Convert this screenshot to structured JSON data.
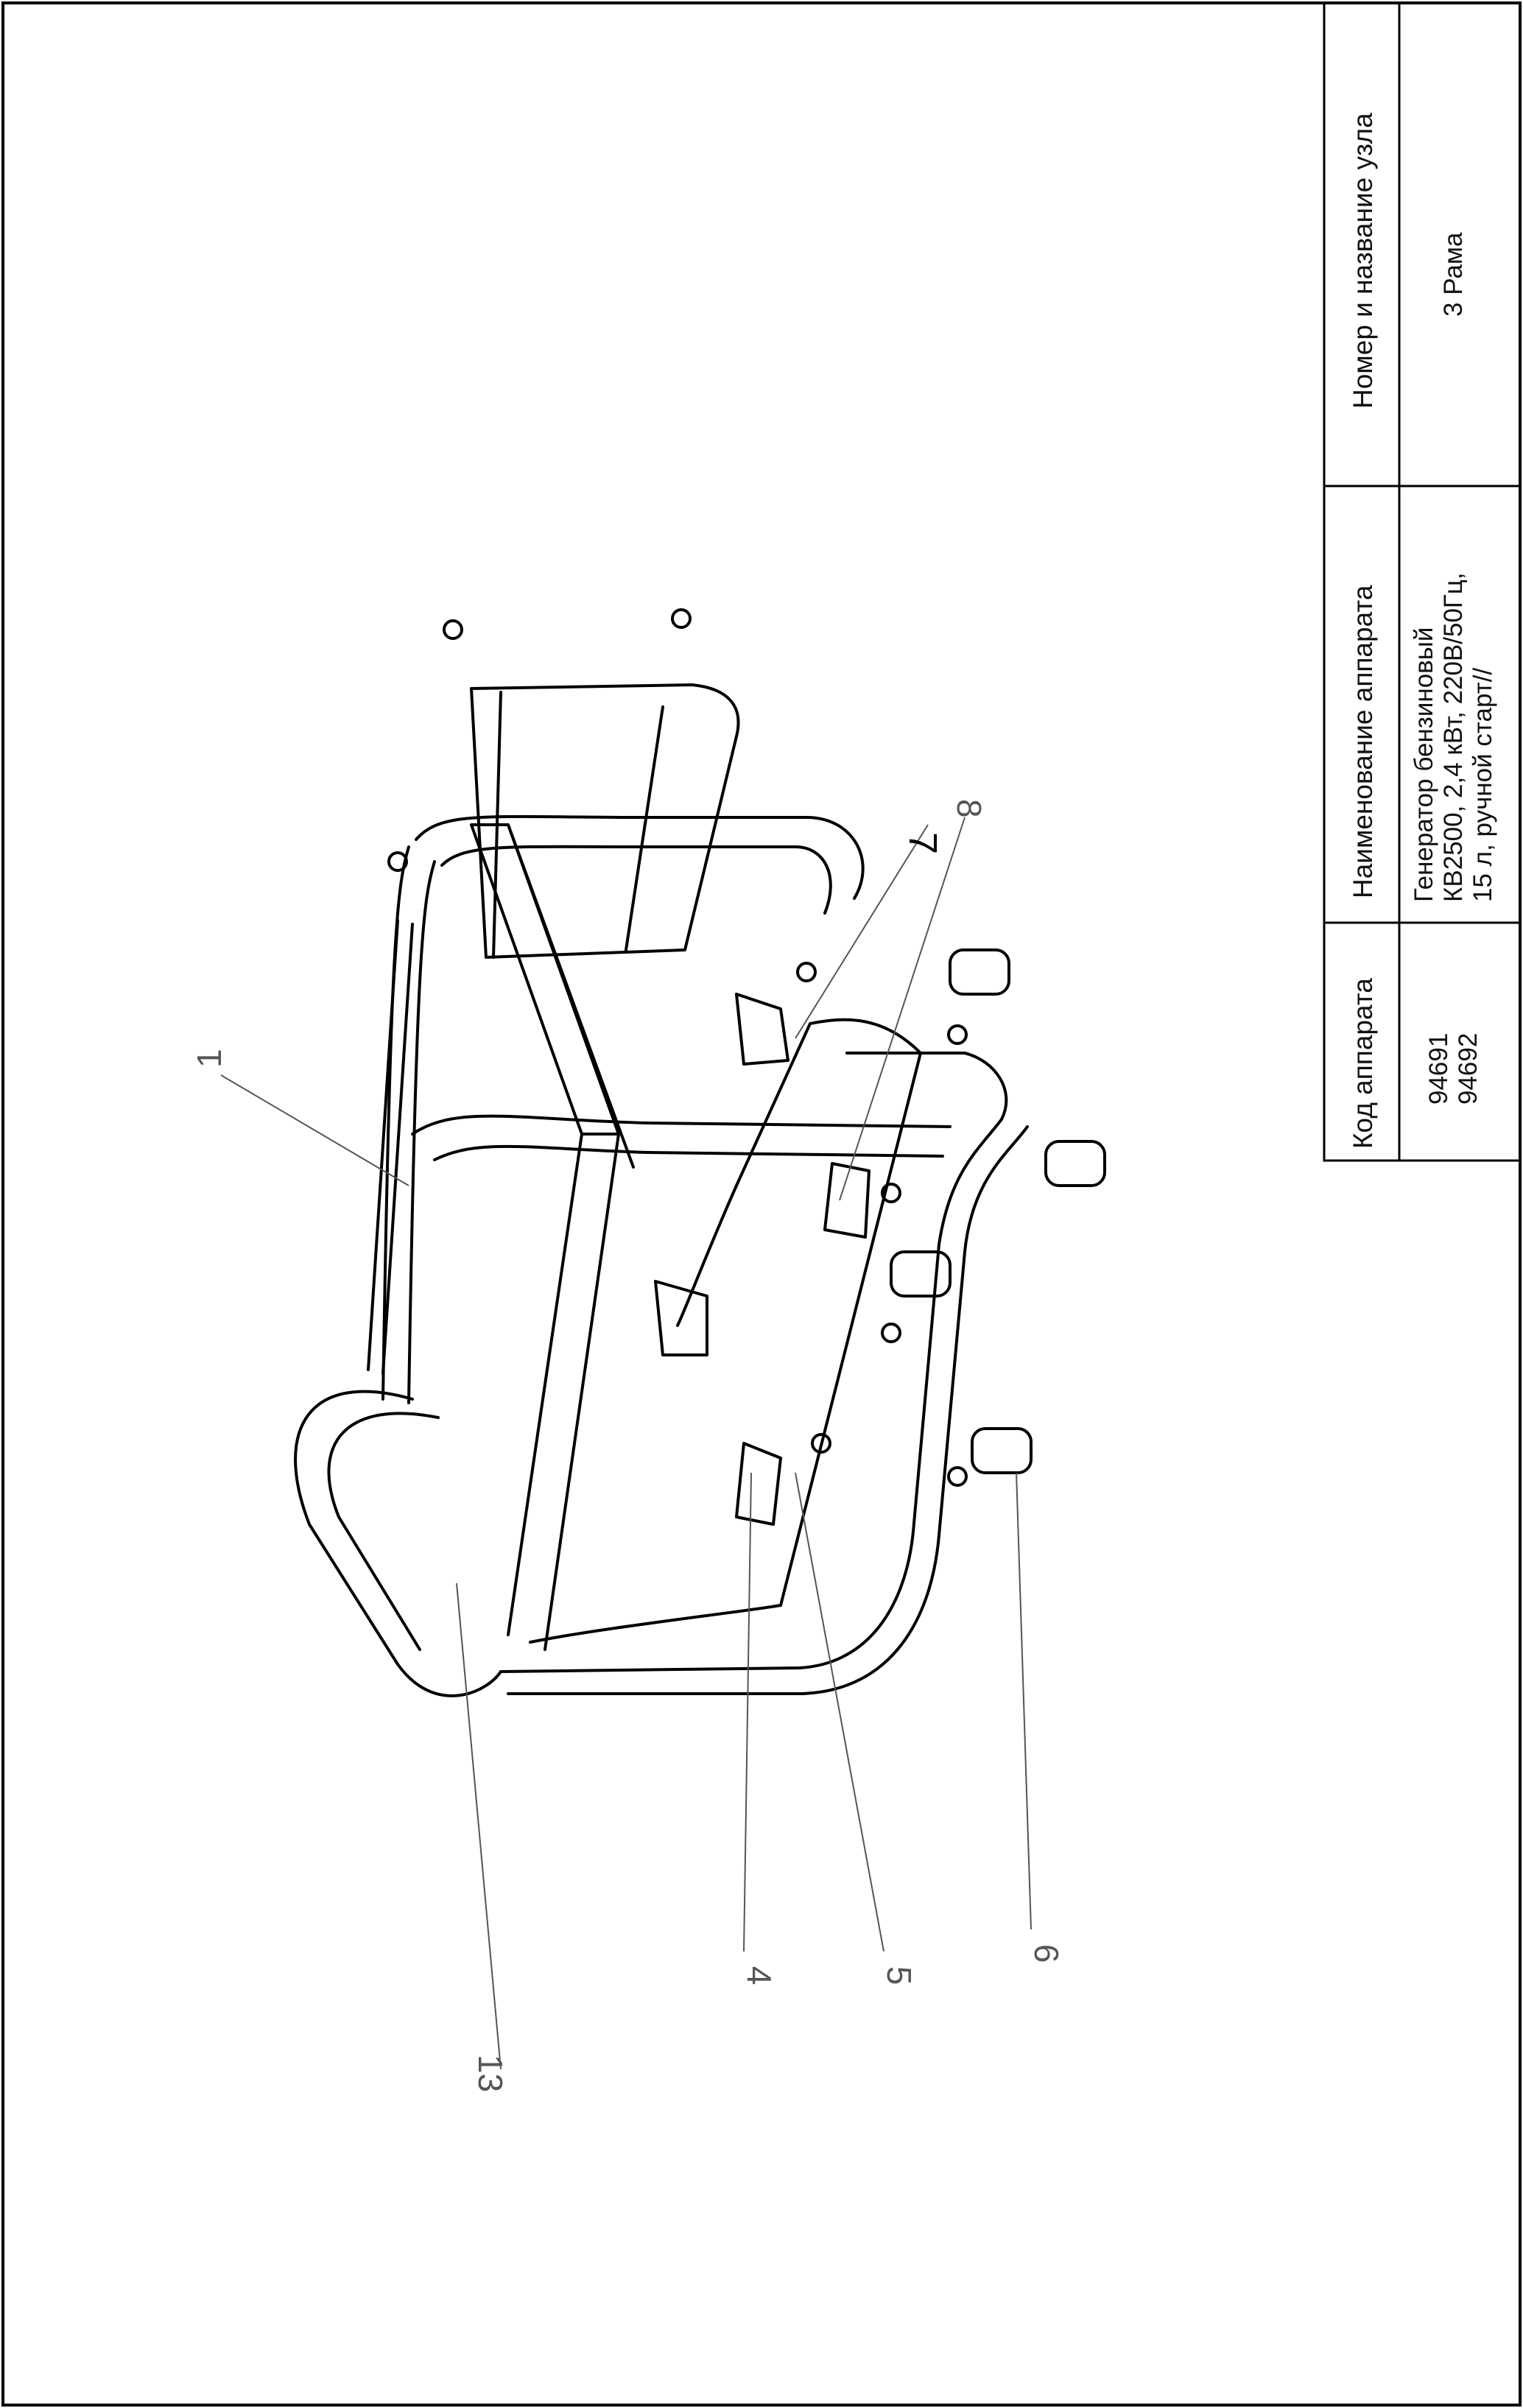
{
  "title_block": {
    "headers": {
      "code": "Код аппарата",
      "name": "Наименование аппарата",
      "unit": "Номер и название узла"
    },
    "codes": [
      "94691",
      "94692"
    ],
    "device_name_lines": [
      "Генератор бензиновый",
      "КВ2500, 2,4 кВт, 220В/50Гц,",
      "15 л, ручной старт//"
    ],
    "unit_name": "3 Рама"
  },
  "callouts": [
    "1",
    "4",
    "5",
    "6",
    "7",
    "8",
    "13"
  ]
}
